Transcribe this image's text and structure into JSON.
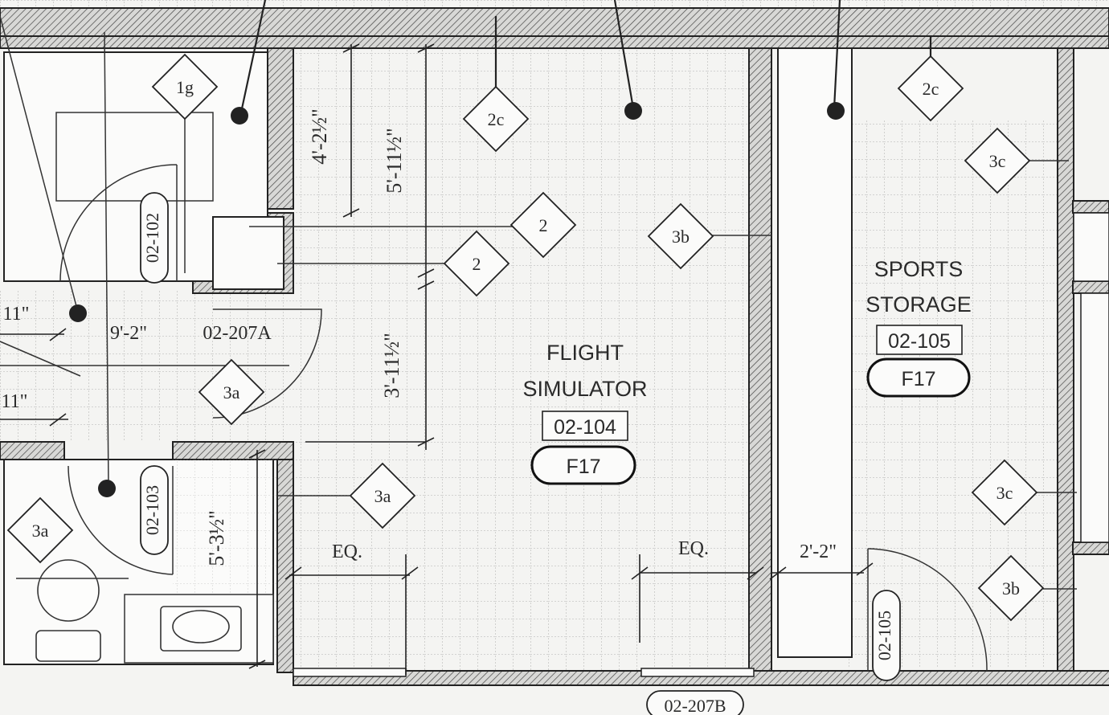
{
  "rooms": [
    {
      "name_line1": "FLIGHT",
      "name_line2": "SIMULATOR",
      "number": "02-104",
      "finish": "F17"
    },
    {
      "name_line1": "SPORTS",
      "name_line2": "STORAGE",
      "number": "02-105",
      "finish": "F17"
    }
  ],
  "door_tags": {
    "d102": "02-102",
    "d103": "02-103",
    "d105": "02-105",
    "d207a": "02-207A",
    "d207b": "02-207B"
  },
  "keynotes": {
    "k_1g": "1g",
    "k_2c_a": "2c",
    "k_2c_b": "2c",
    "k_2_a": "2",
    "k_2_b": "2",
    "k_3b_a": "3b",
    "k_3b_b": "3b",
    "k_3c_a": "3c",
    "k_3c_b": "3c",
    "k_3a_a": "3a",
    "k_3a_b": "3a",
    "k_3a_c": "3a"
  },
  "dimensions": {
    "d_4_2": "4'-2½\"",
    "d_5_11": "5'-11½\"",
    "d_3_11": "3'-11½\"",
    "d_5_3": "5'-3½\"",
    "d_9_2": "9'-2\"",
    "d_eq_1": "EQ.",
    "d_eq_2": "EQ.",
    "d_2_2": "2'-2\"",
    "d_11_a": "11\"",
    "d_11_b": "11\""
  }
}
